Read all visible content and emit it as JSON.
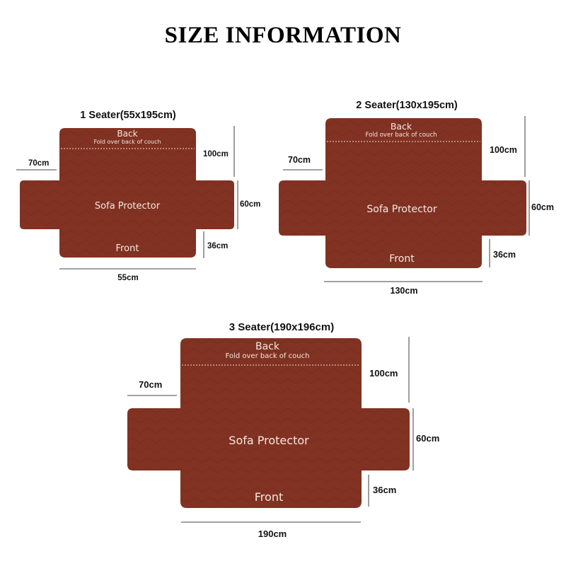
{
  "title": "SIZE INFORMATION",
  "fabric_color": "#823222",
  "stitch_color": "#6e2a1c",
  "label_color": "#f2e8e2",
  "covers": [
    {
      "heading": "1 Seater(55x195cm)",
      "back": "Back",
      "fold": "Fold over back of couch",
      "center": "Sofa Protector",
      "front": "Front",
      "dim_back_height": "100cm",
      "dim_arm_width": "70cm",
      "dim_arm_height": "60cm",
      "dim_front_height": "36cm",
      "dim_width": "55cm"
    },
    {
      "heading": "2 Seater(130x195cm)",
      "back": "Back",
      "fold": "Fold over back of couch",
      "center": "Sofa Protector",
      "front": "Front",
      "dim_back_height": "100cm",
      "dim_arm_width": "70cm",
      "dim_arm_height": "60cm",
      "dim_front_height": "36cm",
      "dim_width": "130cm"
    },
    {
      "heading": "3 Seater(190x196cm)",
      "back": "Back",
      "fold": "Fold over back of couch",
      "center": "Sofa Protector",
      "front": "Front",
      "dim_back_height": "100cm",
      "dim_arm_width": "70cm",
      "dim_arm_height": "60cm",
      "dim_front_height": "36cm",
      "dim_width": "190cm"
    }
  ]
}
